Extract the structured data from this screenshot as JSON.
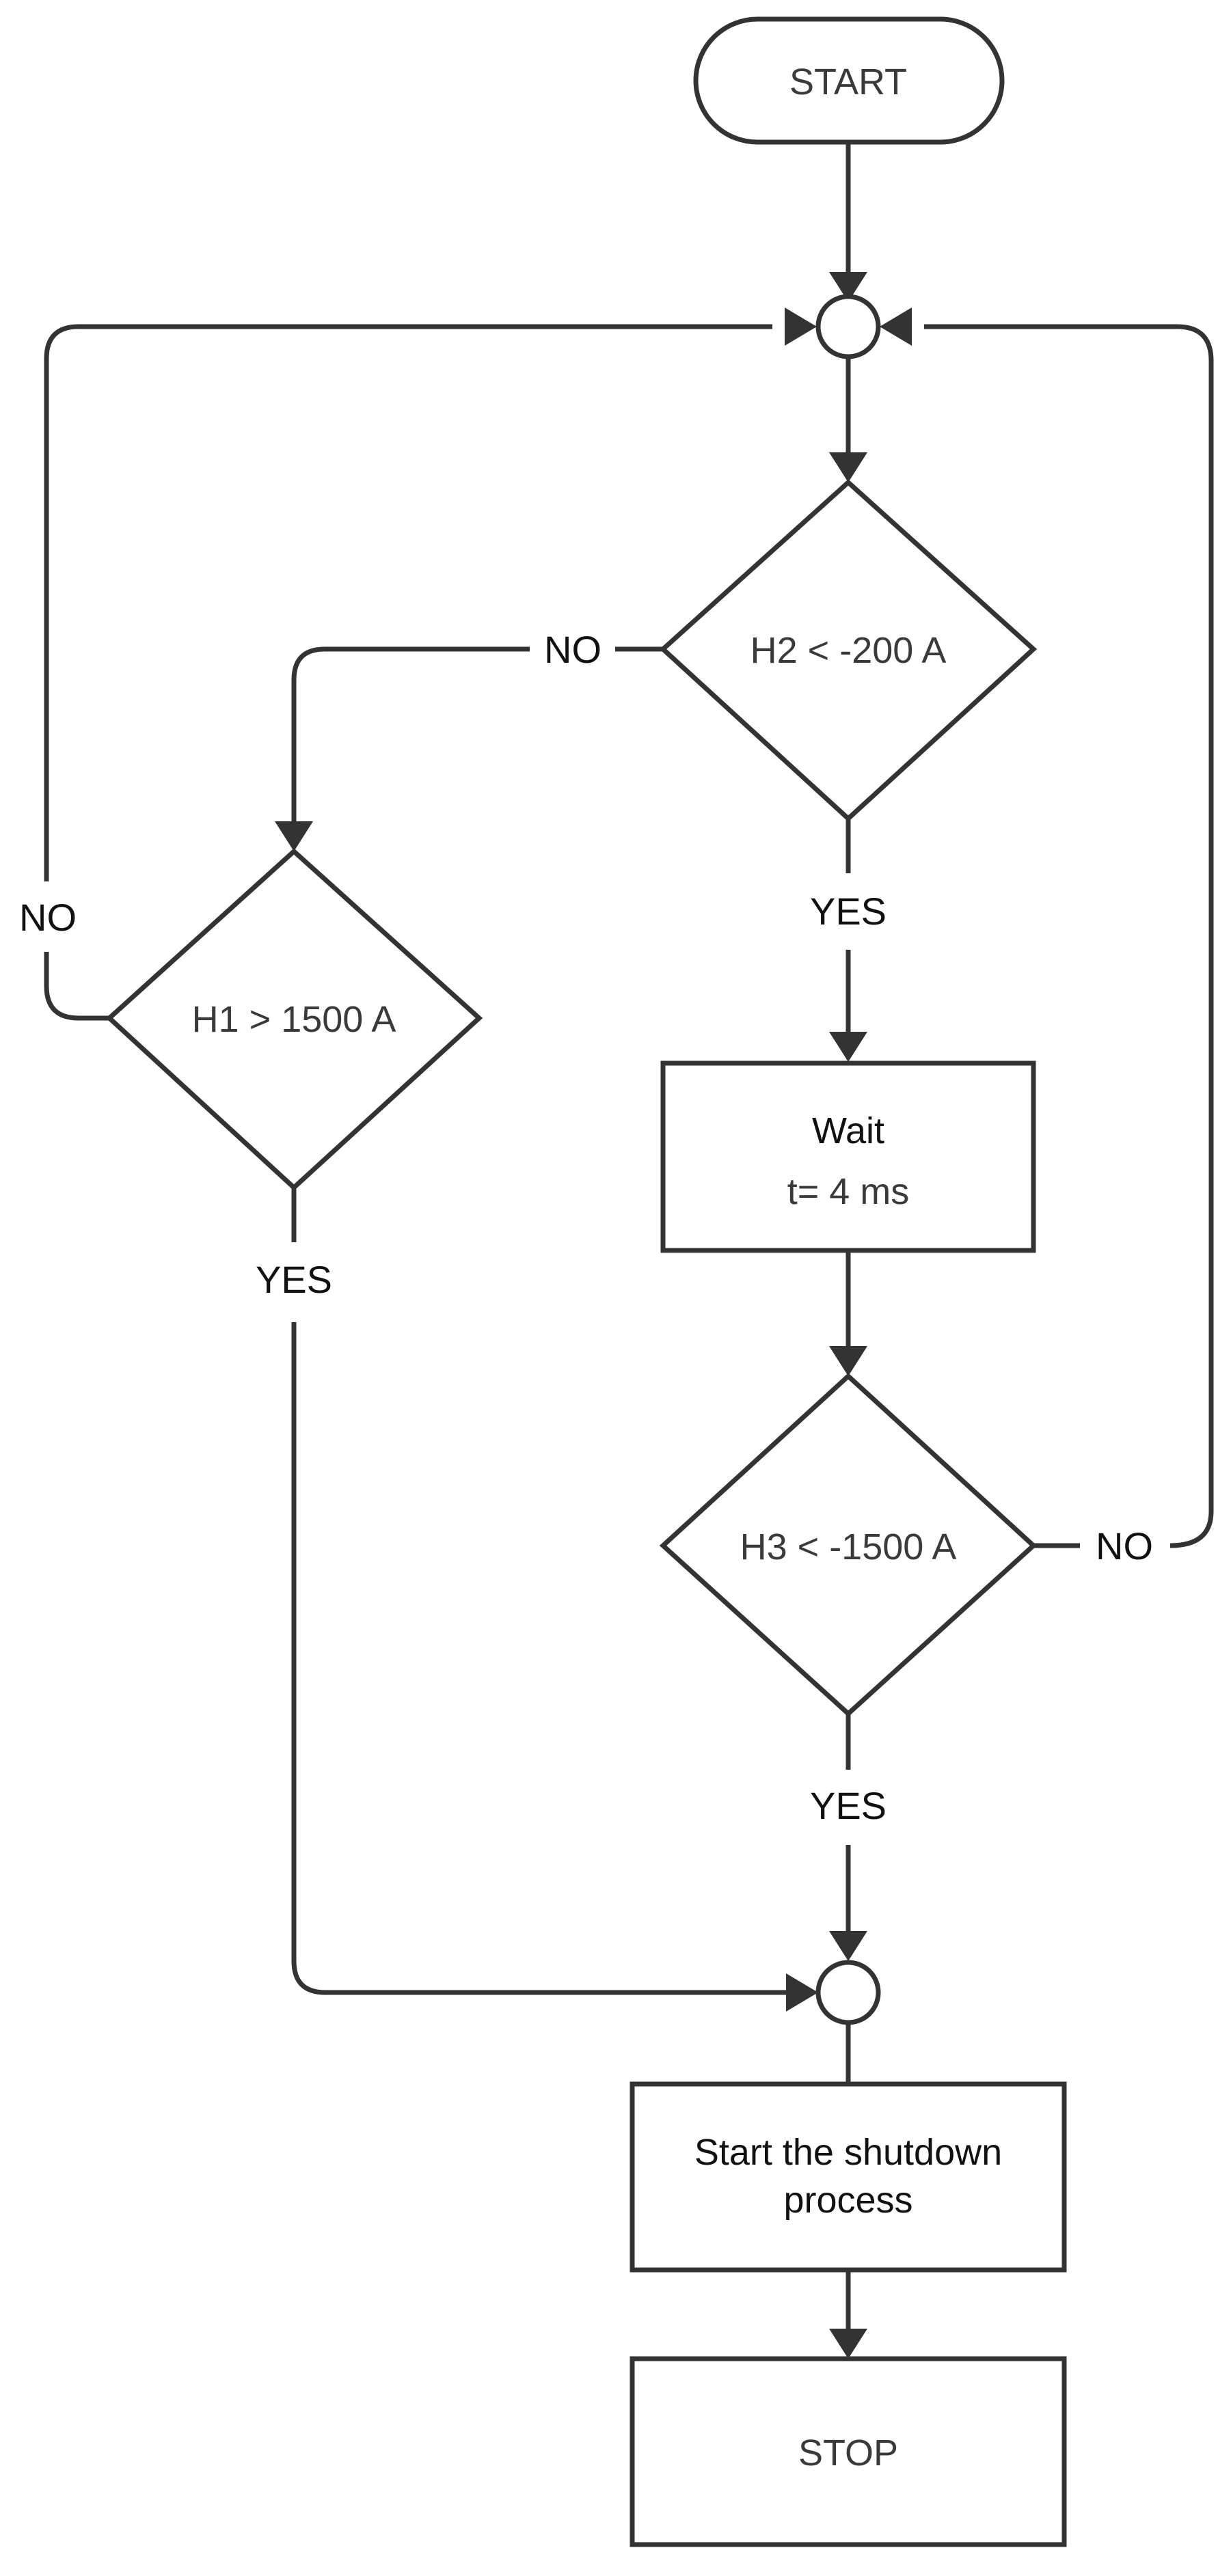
{
  "nodes": {
    "start": "START",
    "decision_h2": "H2 < -200 A",
    "decision_h1": "H1 > 1500 A",
    "wait_title": "Wait",
    "wait_time": "t= 4 ms",
    "decision_h3": "H3 < -1500 A",
    "shutdown_line1": "Start the shutdown",
    "shutdown_line2": "process",
    "stop": "STOP"
  },
  "edge_labels": {
    "h2_no": "NO",
    "h2_yes": "YES",
    "h1_no": "NO",
    "h1_yes": "YES",
    "h3_no": "NO",
    "h3_yes": "YES"
  },
  "colors": {
    "stroke": "#333333",
    "background": "#ffffff"
  }
}
